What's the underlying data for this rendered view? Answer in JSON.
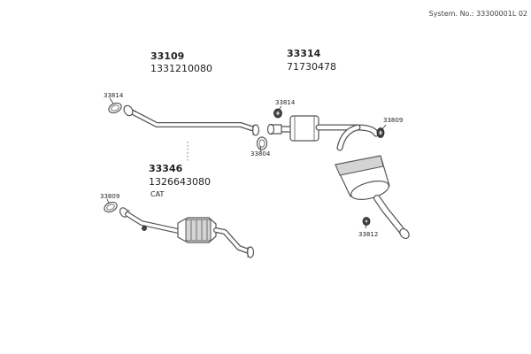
{
  "header": {
    "system_label": "System. No.: 33300001L 02"
  },
  "groups": [
    {
      "ref": "33109",
      "part_number": "1331210080"
    },
    {
      "ref": "33314",
      "part_number": "71730478"
    },
    {
      "ref": "33346",
      "part_number": "1326643080",
      "note": "CAT"
    }
  ],
  "callouts": [
    {
      "id": "gasket-front-top",
      "label": "33814"
    },
    {
      "id": "gasket-front-bottom",
      "label": "33814"
    },
    {
      "id": "clamp-top",
      "label": "33809"
    },
    {
      "id": "clamp-right",
      "label": "33809"
    },
    {
      "id": "gasket-middle",
      "label": "33804"
    },
    {
      "id": "nut-rear",
      "label": "33812"
    }
  ]
}
